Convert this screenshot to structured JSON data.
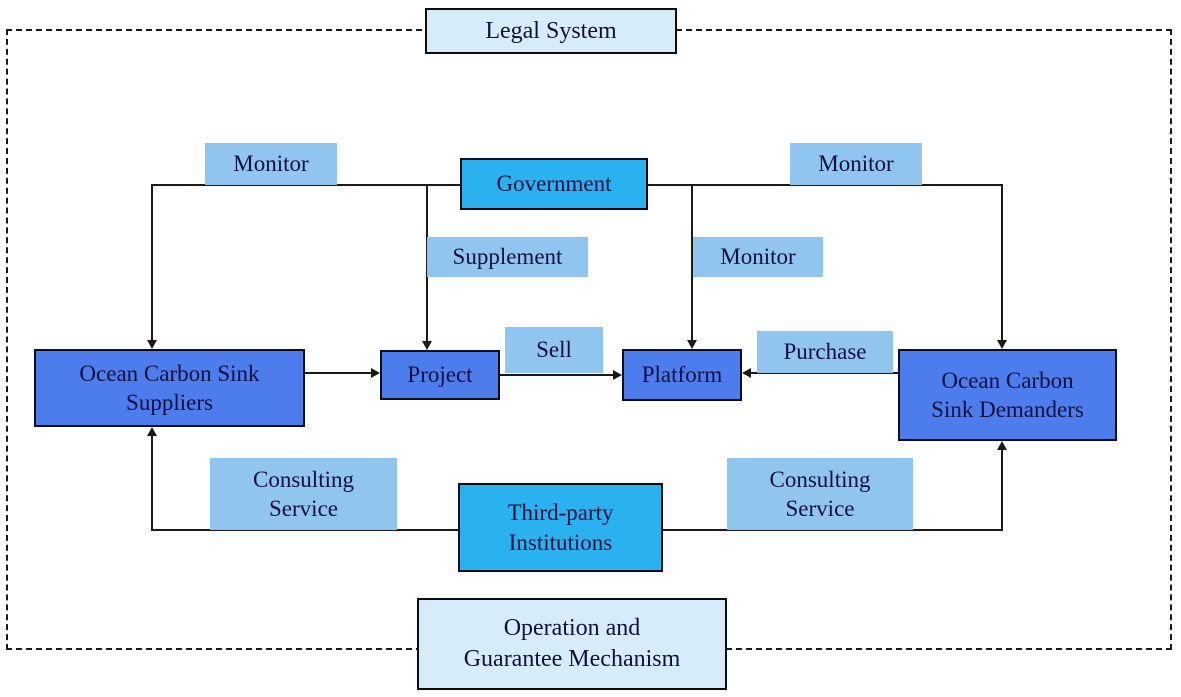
{
  "boxes": {
    "legal_system": {
      "label": "Legal System"
    },
    "government": {
      "label": "Government"
    },
    "suppliers": {
      "label": "Ocean Carbon Sink Suppliers",
      "lines": [
        "Ocean Carbon Sink",
        "Suppliers"
      ]
    },
    "project": {
      "label": "Project"
    },
    "platform": {
      "label": "Platform"
    },
    "demanders": {
      "label": "Ocean Carbon Sink Demanders",
      "lines": [
        "Ocean Carbon",
        "Sink Demanders"
      ]
    },
    "third_party": {
      "label": "Third-party Institutions",
      "lines": [
        "Third-party",
        "Institutions"
      ]
    },
    "operation": {
      "label": "Operation and Guarantee Mechanism",
      "lines": [
        "Operation and",
        "Guarantee Mechanism"
      ]
    }
  },
  "edge_labels": {
    "monitor_top_left": "Monitor",
    "monitor_top_right": "Monitor",
    "monitor_middle": "Monitor",
    "supplement": "Supplement",
    "sell": "Sell",
    "purchase": "Purchase",
    "consulting_left": {
      "lines": [
        "Consulting",
        "Service"
      ]
    },
    "consulting_right": {
      "lines": [
        "Consulting",
        "Service"
      ]
    }
  },
  "colors": {
    "box_primary": "#4d7cec",
    "box_cyan": "#29b1f0",
    "label_bg": "#8fc5ee",
    "panel_bg": "#d7ecfa",
    "line": "#1a1a1a",
    "text": "#10103f"
  }
}
